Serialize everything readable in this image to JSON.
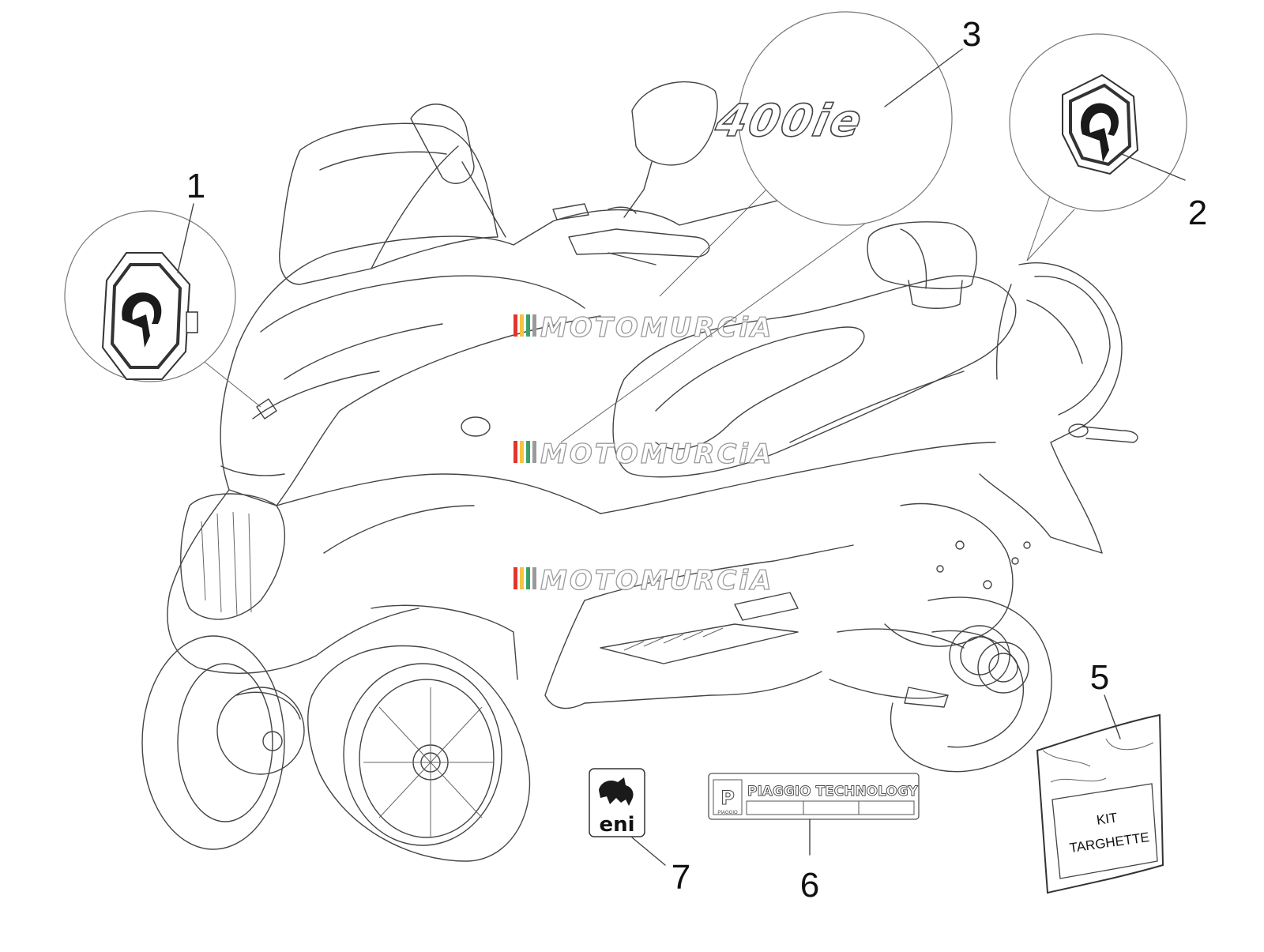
{
  "callouts": [
    {
      "number": "1",
      "part": "piaggio-logo-front"
    },
    {
      "number": "2",
      "part": "piaggio-logo-rear"
    },
    {
      "number": "3",
      "part": "model-badge-400ie"
    },
    {
      "number": "5",
      "part": "plate-kit"
    },
    {
      "number": "6",
      "part": "piaggio-technology-plate"
    },
    {
      "number": "7",
      "part": "eni-sticker"
    }
  ],
  "badge_text": "400ie",
  "plate_text": "PIAGGIO TECHNOLOGY",
  "plate_small_text": "PIAGGIO",
  "eni_text": "eni",
  "kit_text": [
    "KIT",
    "TARGHETTE"
  ],
  "watermark_text": "MOTOMURCiA",
  "watermark_colors": [
    "#e3342f",
    "#f6c343",
    "#38a169",
    "#9a9a9a"
  ],
  "line_color": "#444444"
}
